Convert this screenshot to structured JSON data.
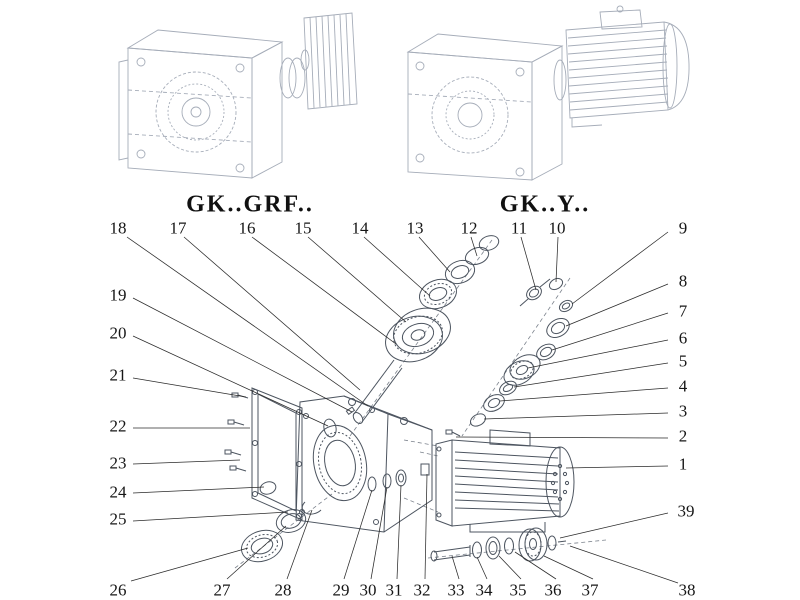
{
  "variants": {
    "left": "GK..GRF..",
    "right": "GK..Y.."
  },
  "callouts": {
    "n1": "1",
    "n2": "2",
    "n3": "3",
    "n4": "4",
    "n5": "5",
    "n6": "6",
    "n7": "7",
    "n8": "8",
    "n9": "9",
    "n10": "10",
    "n11": "11",
    "n12": "12",
    "n13": "13",
    "n14": "14",
    "n15": "15",
    "n16": "16",
    "n17": "17",
    "n18": "18",
    "n19": "19",
    "n20": "20",
    "n21": "21",
    "n22": "22",
    "n23": "23",
    "n24": "24",
    "n25": "25",
    "n26": "26",
    "n27": "27",
    "n28": "28",
    "n29": "29",
    "n30": "30",
    "n31": "31",
    "n32": "32",
    "n33": "33",
    "n34": "34",
    "n35": "35",
    "n36": "36",
    "n37": "37",
    "n38": "38",
    "n39": "39"
  }
}
